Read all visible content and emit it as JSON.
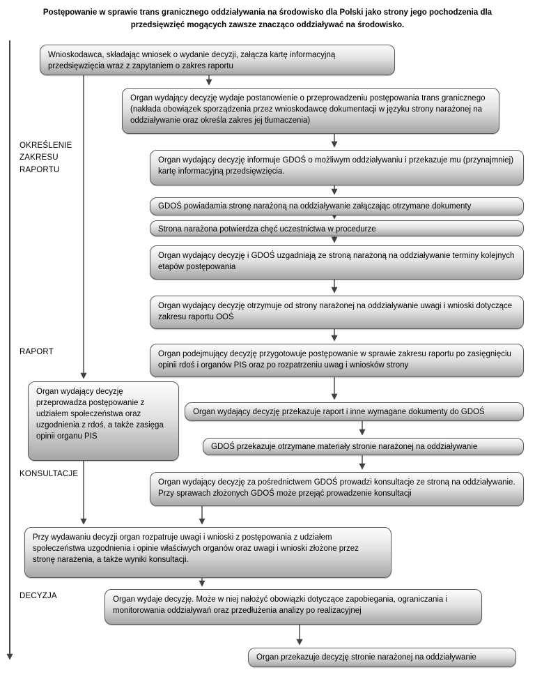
{
  "title": "Postępowanie w sprawie trans granicznego oddziaływania na środowisko dla Polski jako strony jego pochodzenia dla przedsięwzięć mogących zawsze znacząco oddziaływać na środowisko.",
  "stages": [
    {
      "label": "OKREŚLENIE ZAKRESU RAPORTU"
    },
    {
      "label": "RAPORT"
    },
    {
      "label": "KONSULTACJE"
    },
    {
      "label": "DECYZJA"
    }
  ],
  "boxes": [
    {
      "text": "Wnioskodawca, składając wniosek o wydanie decyzji, załącza kartę informacyjną przedsięwzięcia wraz z zapytaniem o zakres raportu"
    },
    {
      "text": "Organ wydający decyzję wydaje postanowienie o przeprowadzeniu postępowania trans granicznego (nakłada obowiązek sporządzenia przez wnioskodawcę dokumentacji w  języku strony narażonej na oddziaływanie oraz określa zakres jej tłumaczenia)"
    },
    {
      "text": "Organ wydający decyzję informuje GDOŚ o możliwym oddziaływaniu i przekazuje mu (przynajmniej) kartę informacyjną przedsięwzięcia."
    },
    {
      "text": "GDOŚ powiadamia stronę narażoną na oddziaływanie załączając otrzymane dokumenty"
    },
    {
      "text": "Strona narażona potwierdza chęć uczestnictwa w procedurze"
    },
    {
      "text": "Organ wydający decyzję i GDOŚ uzgadniają ze stroną narażoną na oddziaływanie terminy kolejnych  etapów postępowania"
    },
    {
      "text": "Organ wydający decyzję otrzymuje od strony narażonej na oddziaływanie uwagi i wnioski dotyczące zakresu raportu OOŚ"
    },
    {
      "text": "Organ podejmujący decyzję przygotowuje postępowanie w sprawie zakresu raportu po zasięgnięciu opinii rdoś i organów PIS oraz po rozpatrzeniu uwag i wniosków strony"
    },
    {
      "text": "Organ wydający decyzję przekazuje raport i inne wymagane dokumenty do GDOŚ"
    },
    {
      "text": "GDOŚ przekazuje otrzymane materiały stronie narażonej na oddziaływanie"
    },
    {
      "text": "Organ wydający decyzję za pośrednictwem GDOŚ prowadzi konsultacje ze stroną na oddziaływanie. Przy sprawach złożonych GDOŚ może przejąć prowadzenie konsultacji"
    },
    {
      "text": "Organ wydający decyzję przeprowadza postępowanie z udziałem społeczeństwa  oraz uzgodnienia z rdoś, a także zasięga opinii organu PIS"
    },
    {
      "text": "Przy wydawaniu decyzji  organ rozpatruje uwagi i wnioski z postępowania z udziałem społeczeństwa uzgodnienia i opinie właściwych organów oraz uwagi i wnioski złożone przez stronę narażenia, a także wyniki konsultacji."
    },
    {
      "text": "Organ wydaje decyzję. Może w niej nałożyć obowiązki dotyczące zapobiegania, ograniczania i monitorowania oddziaływań oraz przedłużenia analizy po realizacyjnej"
    },
    {
      "text": "Organ przekazuje decyzję stronie narażonej na oddziaływanie"
    }
  ],
  "colors": {
    "box_border": "#595959",
    "box_top": "#fdfdfd",
    "box_bottom": "#a6a6a6",
    "arrow": "#404040"
  }
}
